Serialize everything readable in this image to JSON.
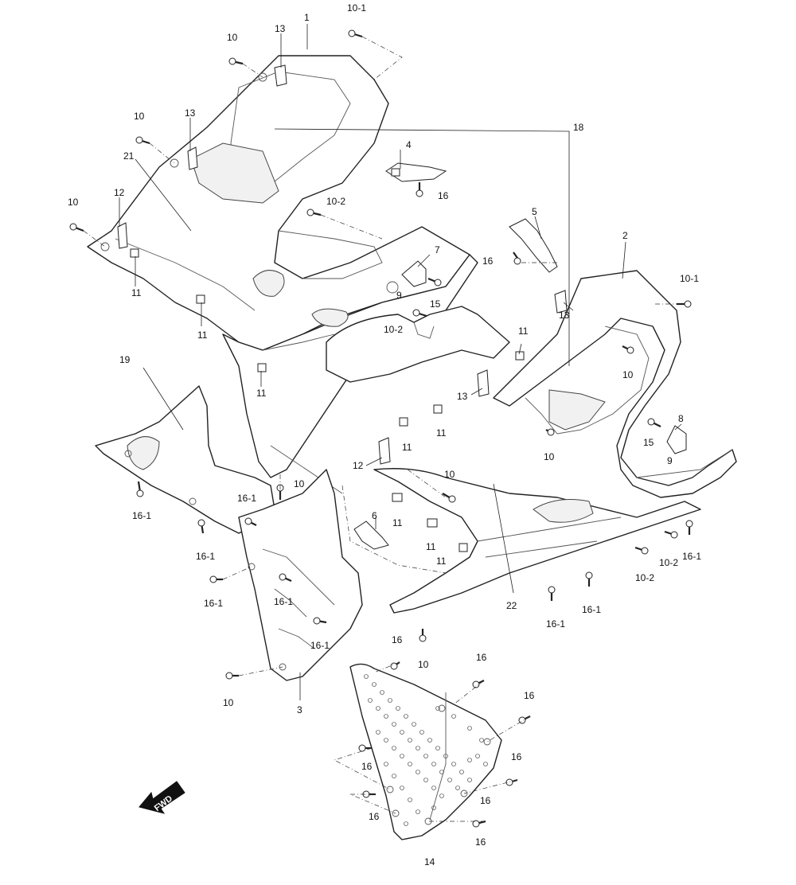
{
  "fwd_arrow": {
    "text": "FWD"
  },
  "callouts": [
    {
      "id": "c1",
      "text": "1"
    },
    {
      "id": "c2",
      "text": "10-1"
    },
    {
      "id": "c3",
      "text": "10"
    },
    {
      "id": "c4",
      "text": "13"
    },
    {
      "id": "c5",
      "text": "10"
    },
    {
      "id": "c6",
      "text": "13"
    },
    {
      "id": "c7",
      "text": "21"
    },
    {
      "id": "c8",
      "text": "18"
    },
    {
      "id": "c9",
      "text": "4"
    },
    {
      "id": "c10",
      "text": "16"
    },
    {
      "id": "c11",
      "text": "10-2"
    },
    {
      "id": "c12",
      "text": "10"
    },
    {
      "id": "c13",
      "text": "12"
    },
    {
      "id": "c14",
      "text": "5"
    },
    {
      "id": "c15",
      "text": "16"
    },
    {
      "id": "c16",
      "text": "7"
    },
    {
      "id": "c17",
      "text": "2"
    },
    {
      "id": "c18",
      "text": "9"
    },
    {
      "id": "c19",
      "text": "15"
    },
    {
      "id": "c20",
      "text": "10-1"
    },
    {
      "id": "c21",
      "text": "11"
    },
    {
      "id": "c22",
      "text": "11"
    },
    {
      "id": "c23",
      "text": "10-2"
    },
    {
      "id": "c24",
      "text": "13"
    },
    {
      "id": "c25",
      "text": "11"
    },
    {
      "id": "c26",
      "text": "10"
    },
    {
      "id": "c27",
      "text": "19"
    },
    {
      "id": "c28",
      "text": "11"
    },
    {
      "id": "c29",
      "text": "13"
    },
    {
      "id": "c30",
      "text": "8"
    },
    {
      "id": "c31",
      "text": "11"
    },
    {
      "id": "c32",
      "text": "11"
    },
    {
      "id": "c33",
      "text": "15"
    },
    {
      "id": "c34",
      "text": "10"
    },
    {
      "id": "c35",
      "text": "9"
    },
    {
      "id": "c36",
      "text": "12"
    },
    {
      "id": "c37",
      "text": "10"
    },
    {
      "id": "c38",
      "text": "10"
    },
    {
      "id": "c39",
      "text": "16-1"
    },
    {
      "id": "c40",
      "text": "16-1"
    },
    {
      "id": "c41",
      "text": "6"
    },
    {
      "id": "c42",
      "text": "11"
    },
    {
      "id": "c43",
      "text": "16-1"
    },
    {
      "id": "c44",
      "text": "11"
    },
    {
      "id": "c45",
      "text": "16-1"
    },
    {
      "id": "c46",
      "text": "11"
    },
    {
      "id": "c47",
      "text": "10-2"
    },
    {
      "id": "c48",
      "text": "10-2"
    },
    {
      "id": "c49",
      "text": "16-1"
    },
    {
      "id": "c50",
      "text": "16-1"
    },
    {
      "id": "c51",
      "text": "16-1"
    },
    {
      "id": "c52",
      "text": "22"
    },
    {
      "id": "c53",
      "text": "16-1"
    },
    {
      "id": "c54",
      "text": "16-1"
    },
    {
      "id": "c55",
      "text": "16"
    },
    {
      "id": "c56",
      "text": "10"
    },
    {
      "id": "c57",
      "text": "16"
    },
    {
      "id": "c58",
      "text": "10"
    },
    {
      "id": "c59",
      "text": "3"
    },
    {
      "id": "c60",
      "text": "16"
    },
    {
      "id": "c61",
      "text": "16"
    },
    {
      "id": "c62",
      "text": "16"
    },
    {
      "id": "c63",
      "text": "16"
    },
    {
      "id": "c64",
      "text": "16"
    },
    {
      "id": "c65",
      "text": "16"
    },
    {
      "id": "c66",
      "text": "14"
    }
  ]
}
